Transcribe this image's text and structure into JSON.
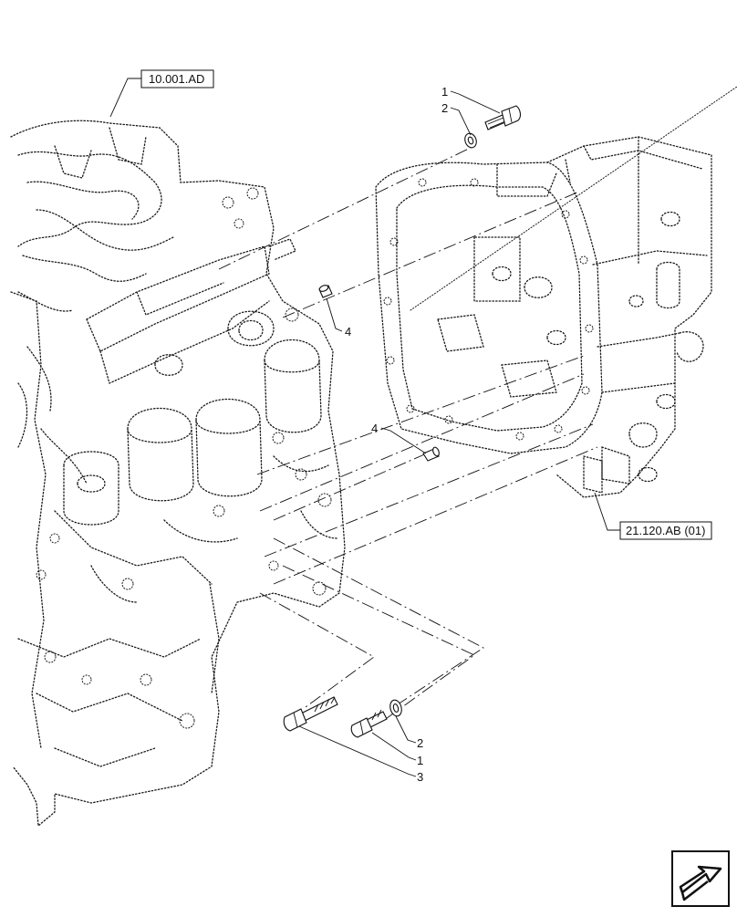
{
  "references": [
    {
      "id": "ref-engine",
      "text": "10.001.AD"
    },
    {
      "id": "ref-transmission",
      "text": "21.120.AB (01)"
    }
  ],
  "callouts": [
    {
      "id": "callout-1-top",
      "text": "1"
    },
    {
      "id": "callout-2-top",
      "text": "2"
    },
    {
      "id": "callout-4-upper",
      "text": "4"
    },
    {
      "id": "callout-4-lower",
      "text": "4"
    },
    {
      "id": "callout-2-bottom",
      "text": "2"
    },
    {
      "id": "callout-1-bottom",
      "text": "1"
    },
    {
      "id": "callout-3-bottom",
      "text": "3"
    }
  ],
  "icons": {
    "navigation": "return-arrow-icon"
  }
}
